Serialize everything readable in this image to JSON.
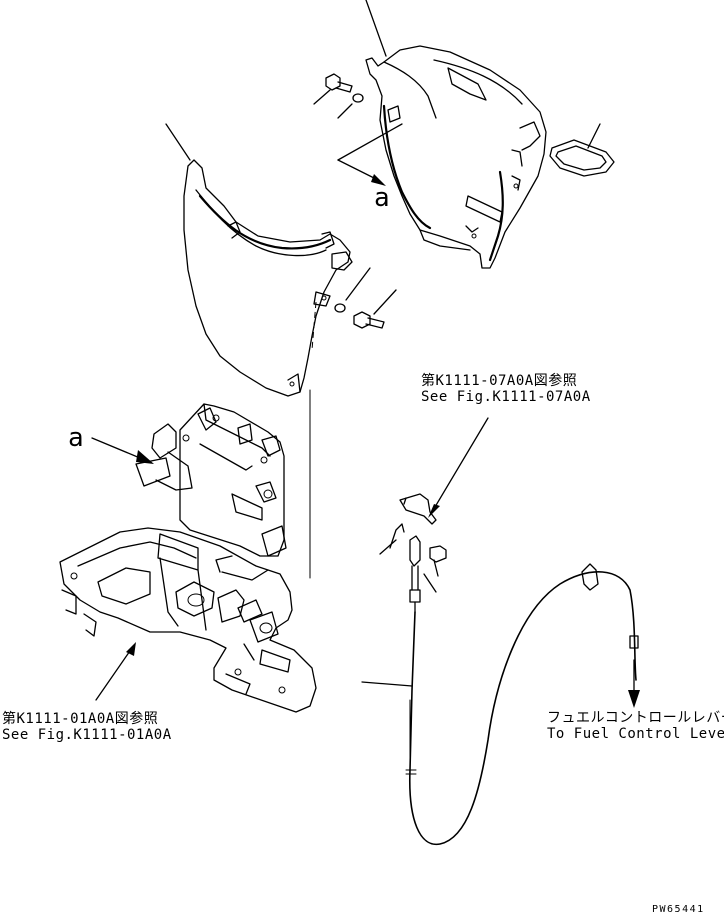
{
  "labels": {
    "view_arrow_top": "a",
    "view_arrow_left": "a",
    "ref_top_jp": "第K1111-07A0A図参照",
    "ref_top_en": "See Fig.K1111-07A0A",
    "ref_bottom_jp": "第K1111-01A0A図参照",
    "ref_bottom_en": "See Fig.K1111-01A0A",
    "to_lever_jp": "フュエルコントロールレバーへ",
    "to_lever_en": "To Fuel Control Lever",
    "drawing_no": "PW65441"
  }
}
